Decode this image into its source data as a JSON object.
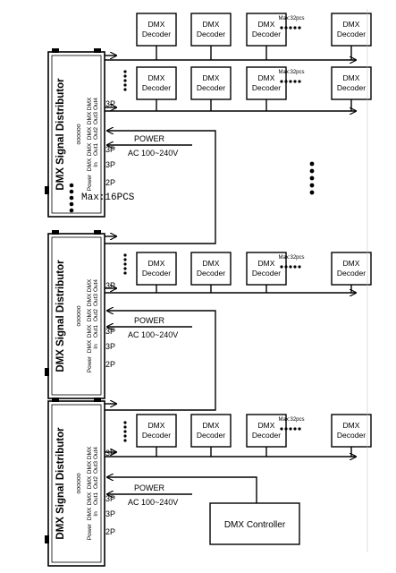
{
  "distributor": {
    "title": "DMX Signal Distributor",
    "dots": "oooooo",
    "ports": [
      "DMX Out4",
      "DMX Out3",
      "DMX Out2",
      "DMX Out1",
      "DMX In",
      "Power"
    ],
    "port_labels": [
      "DMX",
      "Out4",
      "DMX",
      "Out3",
      "DMX",
      "Out2",
      "DMX",
      "Out1",
      "DMX",
      "In",
      "Power"
    ],
    "pin_3p": "3P",
    "pin_2p": "2P"
  },
  "decoder": {
    "line1": "DMX",
    "line2": "Decoder"
  },
  "max_decoders": "Max:32pcs",
  "power": {
    "label": "POWER",
    "spec": "AC 100~240V"
  },
  "max_distributors": "Max:16PCS",
  "controller": "DMX Controller",
  "colors": {
    "stroke": "#000000",
    "background": "#ffffff"
  }
}
